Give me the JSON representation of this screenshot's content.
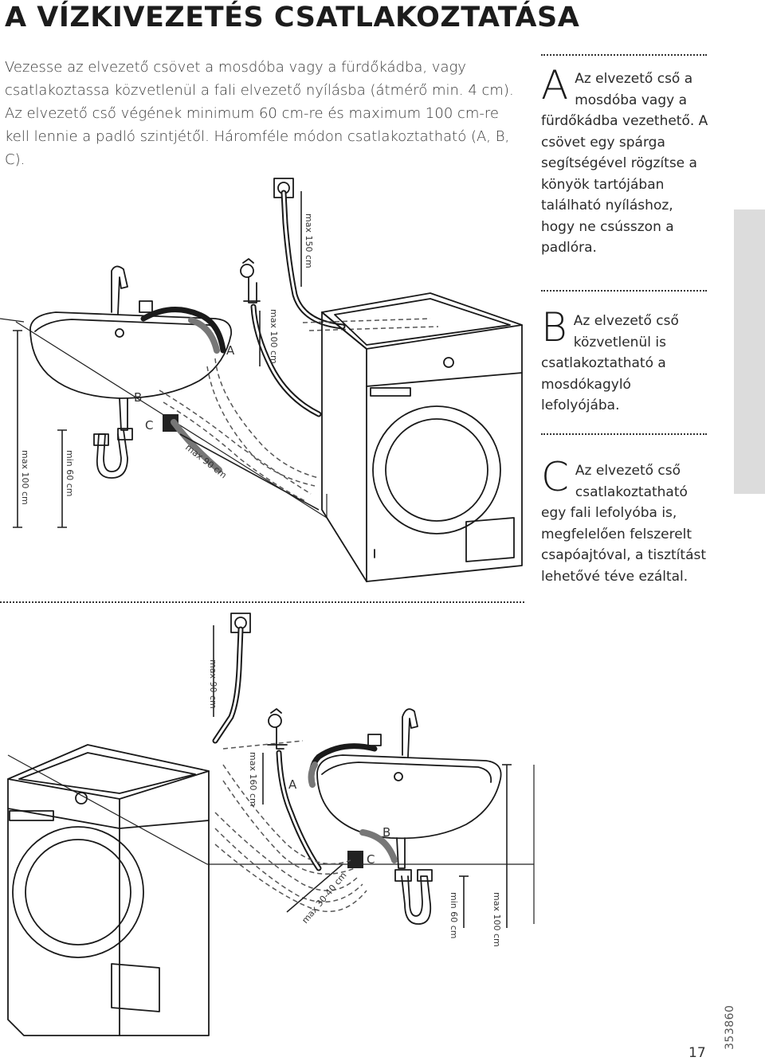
{
  "title": "A VÍZKIVEZETÉS CSATLAKOZTATÁSA",
  "intro": "Vezesse az elvezető csövet a mosdóba vagy a fürdőkádba, vagy csatlakoztassa közvetlenül a fali elvezető nyílásba (átmérő min. 4 cm). Az elvezető cső végének minimum 60 cm-re és maximum 100 cm-re kell lennie a padló szintjétől. Háromféle módon csatlakoztatható (A, B, C).",
  "options": [
    {
      "letter": "A",
      "text": "Az elvezető cső a mosdóba vagy a fürdőkádba vezethető. A csövet egy spárga segítségével rögzítse a könyök tartójában található nyíláshoz, hogy ne csússzon a padlóra."
    },
    {
      "letter": "B",
      "text": "Az elvezető cső közvetlenül is csatlakoztatható a mosdókagyló lefolyójába."
    },
    {
      "letter": "C",
      "text": "Az elvezető cső csatlakoztatható egy fali lefolyóba is, megfelelően felszerelt csapóajtóval, a tisztítást lehetővé téve ezáltal."
    }
  ],
  "diagram_top": {
    "labels": {
      "a": "A",
      "b": "B",
      "c": "C"
    },
    "measures": {
      "max150": "max 150 cm",
      "max100_hose": "max 100 cm",
      "max90": "max 90 cm",
      "max100_floor": "max 100 cm",
      "min60": "min 60 cm"
    }
  },
  "diagram_bottom": {
    "labels": {
      "a": "A",
      "b": "B",
      "c": "C"
    },
    "measures": {
      "max90": "max 90 cm",
      "max160": "max 160 cm",
      "max3040": "max 30-40 cm",
      "min60": "min 60 cm",
      "max100": "max 100 cm"
    }
  },
  "page_number": "17",
  "doc_code": "353860"
}
